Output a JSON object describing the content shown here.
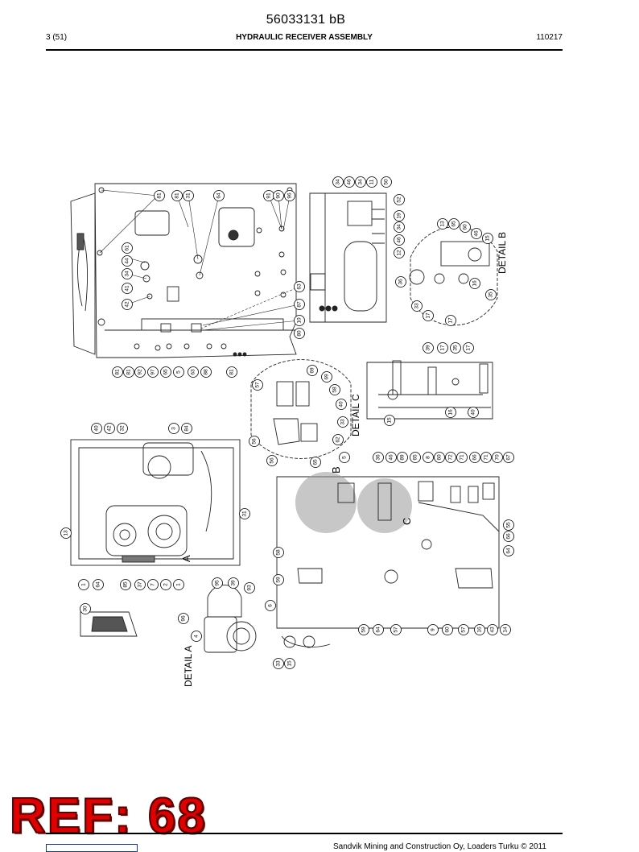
{
  "header": {
    "doc_number": "56033131 bB",
    "page": "3 (51)",
    "title": "HYDRAULIC RECEIVER ASSEMBLY",
    "date_code": "110217"
  },
  "drawing": {
    "detail_labels": [
      "DETAIL A",
      "DETAIL B",
      "DETAIL C"
    ],
    "view_letters": [
      "A",
      "B",
      "C"
    ],
    "callouts_top_left": [
      "81",
      "81",
      "31",
      "64",
      "91",
      "90",
      "96",
      "61",
      "44",
      "34",
      "41",
      "42",
      "63",
      "87",
      "10",
      "80",
      "81",
      "81",
      "92",
      "97",
      "65",
      "5",
      "63",
      "88",
      "81"
    ],
    "callouts_top_right": [
      "34",
      "46",
      "34",
      "11",
      "50",
      "52",
      "19",
      "34",
      "46",
      "12",
      "13",
      "65",
      "60",
      "46",
      "15",
      "36",
      "17",
      "35",
      "16",
      "17",
      "33"
    ],
    "callouts_detail_c": [
      "57",
      "69",
      "58",
      "40",
      "69",
      "33",
      "62",
      "56",
      "56",
      "65",
      "15",
      "39",
      "17",
      "35",
      "17",
      "16",
      "40"
    ],
    "callouts_bottom_left": [
      "40",
      "42",
      "32",
      "3",
      "84",
      "31",
      "13",
      "1",
      "64",
      "85",
      "37",
      "7",
      "2",
      "1",
      "58",
      "59",
      "95",
      "39",
      "93",
      "6",
      "96",
      "4",
      "15",
      "33",
      "30"
    ],
    "callouts_bottom_right": [
      "5",
      "36",
      "46",
      "89",
      "65",
      "8",
      "60",
      "72",
      "71",
      "66",
      "71",
      "70",
      "67",
      "55",
      "66",
      "64",
      "59",
      "64",
      "57",
      "9",
      "60",
      "57",
      "16",
      "43",
      "14"
    ]
  },
  "banner": {
    "ref": "REF: 68"
  },
  "footer": {
    "copyright": "Sandvik Mining and Construction Oy, Loaders Turku © 2011"
  }
}
